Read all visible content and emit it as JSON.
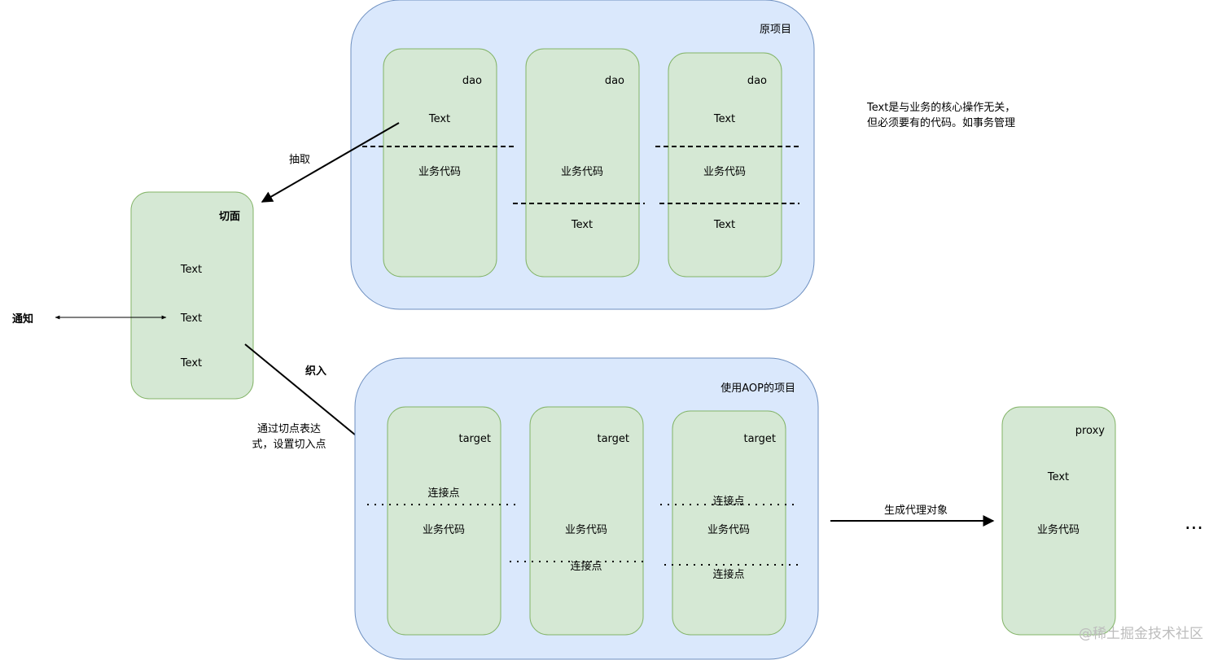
{
  "original_project": {
    "title": "原项目",
    "modules": [
      {
        "label": "dao",
        "text": "Text",
        "code": "业务代码"
      },
      {
        "label": "dao",
        "code": "业务代码",
        "text": "Text"
      },
      {
        "label": "dao",
        "text": "Text",
        "code": "业务代码",
        "text2": "Text"
      }
    ]
  },
  "note": {
    "line1": "Text是与业务的核心操作无关，",
    "line2": "但必须要有的代码。如事务管理"
  },
  "aspect": {
    "title": "切面",
    "items": [
      "Text",
      "Text",
      "Text"
    ]
  },
  "advice_label": "通知",
  "extract_label": "抽取",
  "weave_label": "织入",
  "pointcut_note": {
    "line1": "通过切点表达",
    "line2": "式，设置切入点"
  },
  "aop_project": {
    "title": "使用AOP的项目",
    "modules": [
      {
        "label": "target",
        "joinpoint": "连接点",
        "code": "业务代码"
      },
      {
        "label": "target",
        "code": "业务代码",
        "joinpoint": "连接点"
      },
      {
        "label": "target",
        "joinpoint": "连接点",
        "code": "业务代码",
        "joinpoint2": "连接点"
      }
    ]
  },
  "generate_label": "生成代理对象",
  "proxy": {
    "label": "proxy",
    "text": "Text",
    "code": "业务代码"
  },
  "ellipsis": "...",
  "watermark": "@稀土掘金技术社区",
  "colors": {
    "group_fill": "#dae8fc",
    "group_stroke": "#6c8ebf",
    "module_fill": "#d5e8d4",
    "module_stroke": "#82b366"
  }
}
